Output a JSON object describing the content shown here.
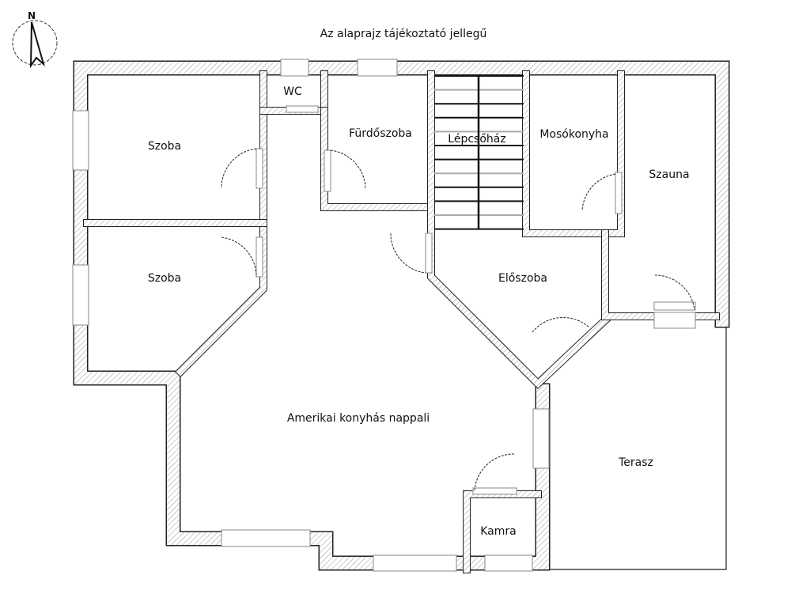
{
  "title": "Az alaprajz tájékoztató jellegű",
  "compass": {
    "label": "N"
  },
  "rooms": {
    "szoba1": "Szoba",
    "szoba2": "Szoba",
    "wc": "WC",
    "furdoszoba": "Fürdőszoba",
    "lepcsohaz": "Lépcsőház",
    "mosokonyha": "Mosókonyha",
    "szauna": "Szauna",
    "eloszoba": "Előszoba",
    "nappali": "Amerikai konyhás nappali",
    "terasz": "Terasz",
    "kamra": "Kamra"
  }
}
